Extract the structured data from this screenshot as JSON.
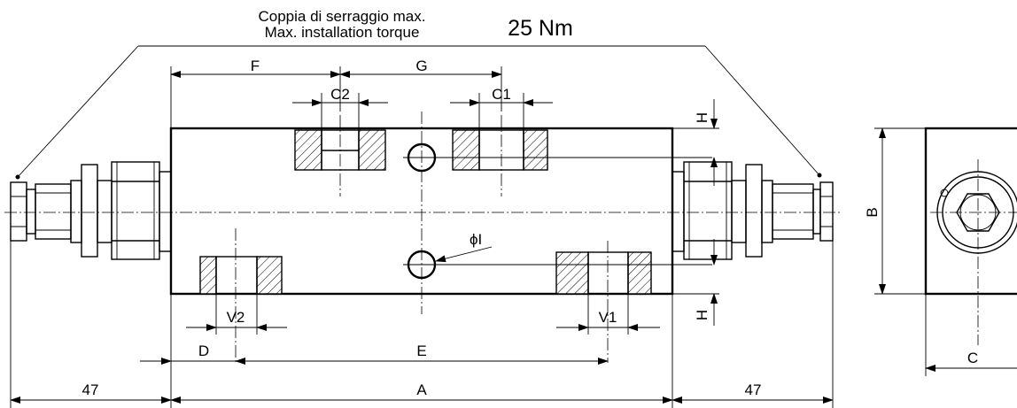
{
  "torque": {
    "label_it": "Coppia di serraggio max.",
    "label_en": "Max. installation torque",
    "value": "25 Nm"
  },
  "dimensions": {
    "F": "F",
    "G": "G",
    "C2": "C2",
    "C1": "C1",
    "H_top": "H",
    "H_bottom": "H",
    "phi_I": "ϕI",
    "V2": "V2",
    "V1": "V1",
    "D": "D",
    "E": "E",
    "left_47": "47",
    "A": "A",
    "right_47": "47",
    "B": "B",
    "C": "C"
  }
}
